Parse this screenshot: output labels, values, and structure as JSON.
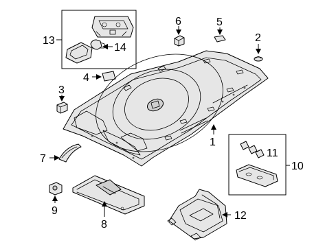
{
  "callouts": [
    {
      "id": "1",
      "label": "1"
    },
    {
      "id": "2",
      "label": "2"
    },
    {
      "id": "3",
      "label": "3"
    },
    {
      "id": "4",
      "label": "4"
    },
    {
      "id": "5",
      "label": "5"
    },
    {
      "id": "6",
      "label": "6"
    },
    {
      "id": "7",
      "label": "7"
    },
    {
      "id": "8",
      "label": "8"
    },
    {
      "id": "9",
      "label": "9"
    },
    {
      "id": "10",
      "label": "10"
    },
    {
      "id": "11",
      "label": "11"
    },
    {
      "id": "12",
      "label": "12"
    },
    {
      "id": "13",
      "label": "13"
    },
    {
      "id": "14",
      "label": "14"
    }
  ],
  "colors": {
    "line": "#000000",
    "fill": "#e6e6e6",
    "background": "#ffffff"
  }
}
